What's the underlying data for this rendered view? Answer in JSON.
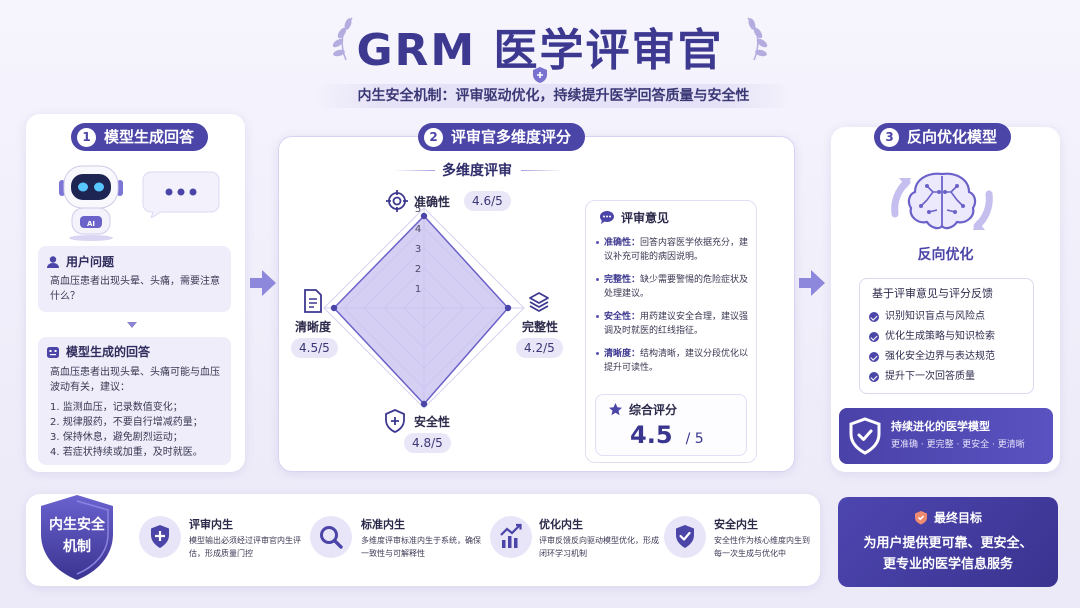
{
  "header": {
    "title": "GRM 医学评审官",
    "subtitle": "内生安全机制：评审驱动优化，持续提升医学回答质量与安全性"
  },
  "step1": {
    "num": "1",
    "label": "模型生成回答",
    "question_title": "用户问题",
    "question_text": "高血压患者出现头晕、头痛，需要注意什么？",
    "answer_title": "模型生成的回答",
    "answer_intro": "高血压患者出现头晕、头痛可能与血压波动有关，建议：",
    "answer_items": [
      "1. 监测血压，记录数值变化；",
      "2. 规律服药，不要自行增减药量；",
      "3. 保持休息，避免剧烈运动；",
      "4. 若症状持续或加重，及时就医。"
    ],
    "robot_badge": "AI"
  },
  "step2": {
    "num": "2",
    "label": "评审官多维度评分",
    "section_title": "多维度评审",
    "axes": {
      "accuracy": {
        "label": "准确性",
        "score": "4.6/5"
      },
      "completeness": {
        "label": "完整性",
        "score": "4.2/5"
      },
      "safety": {
        "label": "安全性",
        "score": "4.8/5"
      },
      "clarity": {
        "label": "清晰度",
        "score": "4.5/5"
      }
    },
    "review": {
      "title": "评审意见",
      "items": [
        {
          "key": "准确性：",
          "text": "回答内容医学依据充分，建议补充可能的病因说明。"
        },
        {
          "key": "完整性：",
          "text": "缺少需要警惕的危险症状及处理建议。"
        },
        {
          "key": "安全性：",
          "text": "用药建议安全合理，建议强调及时就医的红线指征。"
        },
        {
          "key": "清晰度：",
          "text": "结构清晰，建议分段优化以提升可读性。"
        }
      ]
    },
    "overall": {
      "label": "综合评分",
      "score": "4.5",
      "max": "/ 5"
    }
  },
  "chart_data": {
    "type": "radar",
    "axes": [
      "准确性",
      "完整性",
      "安全性",
      "清晰度"
    ],
    "values": [
      4.6,
      4.2,
      4.8,
      4.5
    ],
    "rmax": 5,
    "ticks": [
      "1",
      "2",
      "3",
      "4",
      "5"
    ]
  },
  "step3": {
    "num": "3",
    "label": "反向优化模型",
    "reverse_label": "反向优化",
    "feedback_title": "基于评审意见与评分反馈",
    "feedback_items": [
      "识别知识盲点与风险点",
      "优化生成策略与知识检索",
      "强化安全边界与表达规范",
      "提升下一次回答质量"
    ],
    "evolve_title": "持续进化的医学模型",
    "evolve_sub": "更准确 · 更完整 · 更安全 · 更清晰"
  },
  "bottom": {
    "shield_text": [
      "内生安全",
      "机制"
    ],
    "mechanisms": [
      {
        "icon": "shield-plus-icon",
        "title": "评审内生",
        "desc": "模型输出必须经过评审官内生评估，形成质量门控"
      },
      {
        "icon": "search-icon",
        "title": "标准内生",
        "desc": "多维度评审标准内生于系统，确保一致性与可解释性"
      },
      {
        "icon": "chart-up-icon",
        "title": "优化内生",
        "desc": "评审反馈反向驱动模型优化，形成闭环学习机制"
      },
      {
        "icon": "shield-check-icon",
        "title": "安全内生",
        "desc": "安全性作为核心维度内生到每一次生成与优化中"
      }
    ],
    "goal_title": "最终目标",
    "goal_lines": [
      "为用户提供更可靠、更安全、",
      "更专业的医学信息服务"
    ]
  },
  "colors": {
    "primary": "#4b45a8",
    "radar_fill": "#c9c3f0",
    "background": "#f3f1fb"
  }
}
